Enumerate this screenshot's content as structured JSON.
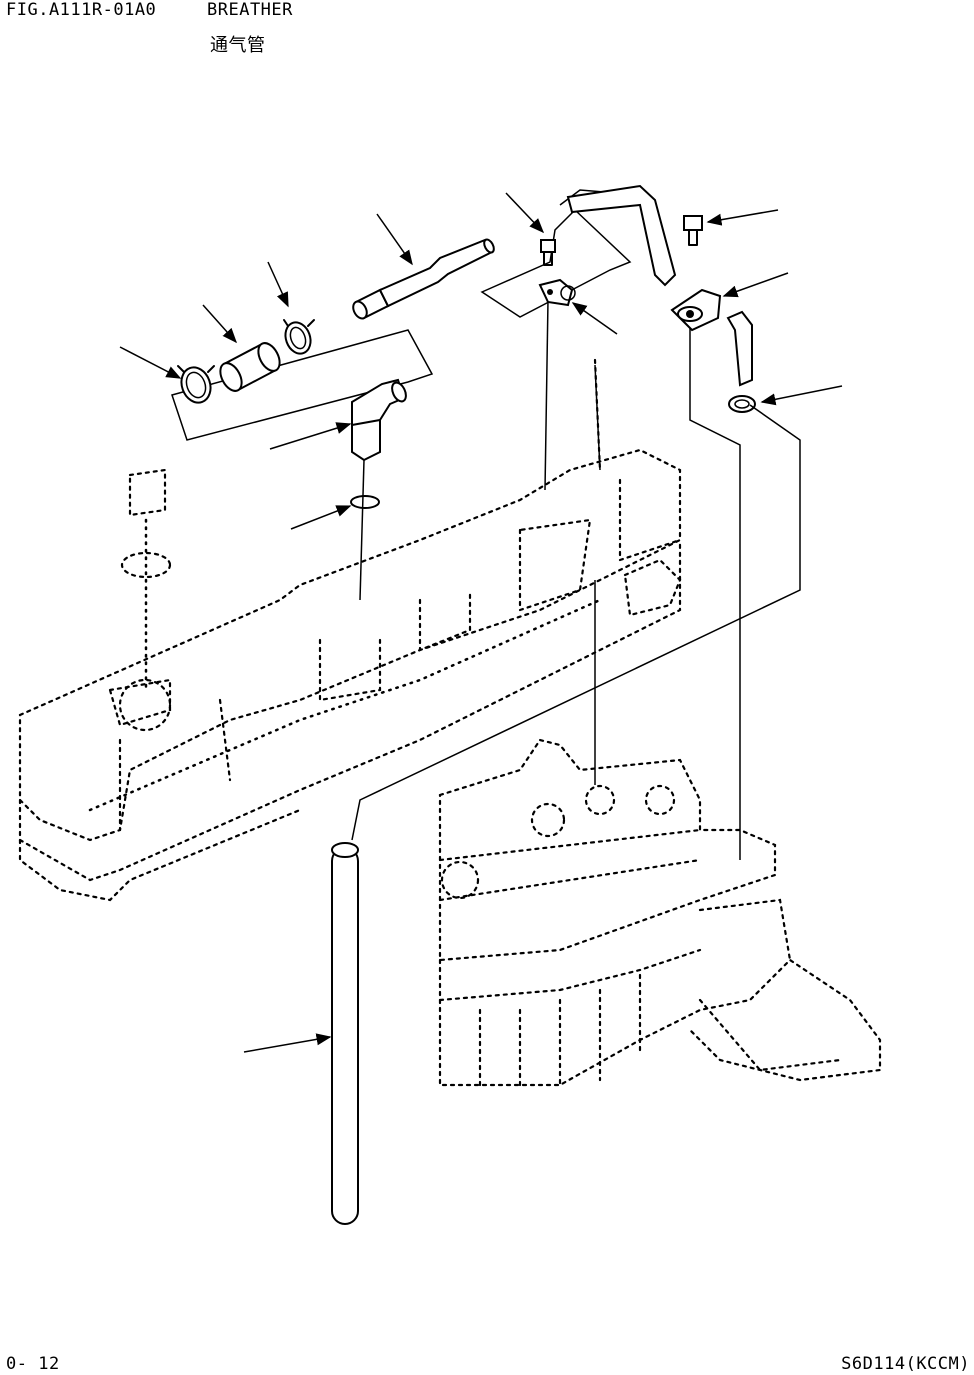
{
  "header": {
    "figure_code": "FIG.A111R-01A0",
    "title": "BREATHER",
    "title_zh": "通气管"
  },
  "footer": {
    "page": "0- 12",
    "model": "S6D114(KCCM)"
  },
  "parts": [
    {
      "name": "hose-clamp"
    },
    {
      "name": "hose"
    },
    {
      "name": "hose-clamp"
    },
    {
      "name": "tube"
    },
    {
      "name": "bolt"
    },
    {
      "name": "clip"
    },
    {
      "name": "elbow"
    },
    {
      "name": "o-ring"
    },
    {
      "name": "bolt"
    },
    {
      "name": "bracket"
    },
    {
      "name": "o-ring"
    },
    {
      "name": "breather-tube"
    }
  ]
}
